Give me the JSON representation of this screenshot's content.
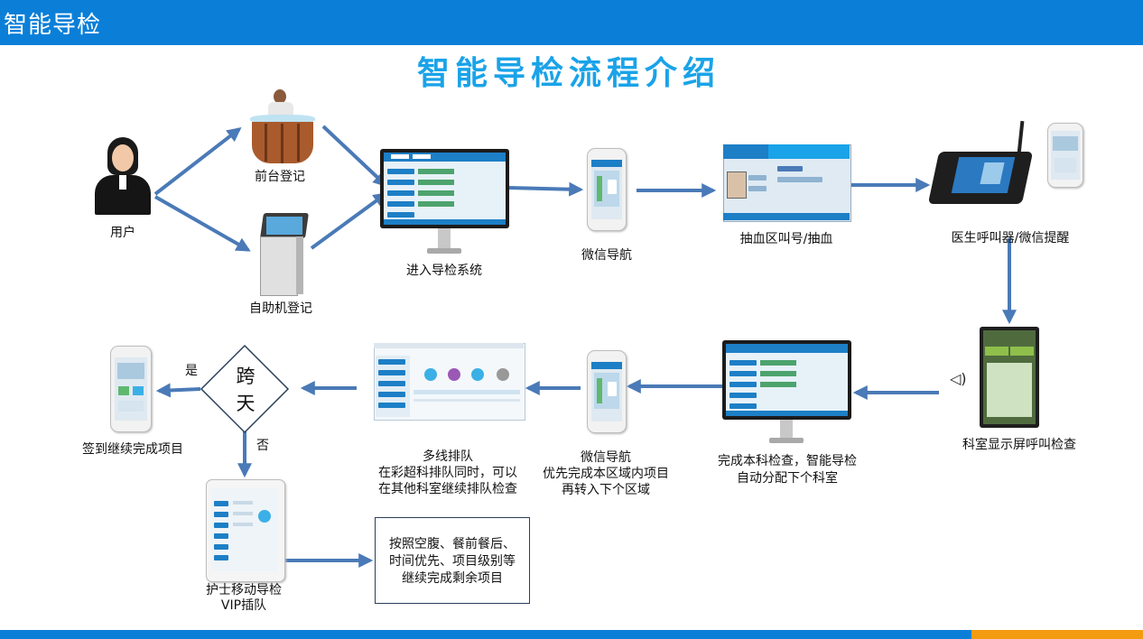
{
  "header": {
    "title": "智能导检"
  },
  "diagram": {
    "title": "智能导检流程介绍",
    "nodes": {
      "user": "用户",
      "front_desk": "前台登记",
      "kiosk": "自助机登记",
      "enter_system": "进入导检系统",
      "wechat_nav": "微信导航",
      "blood_draw": "抽血区叫号/抽血",
      "doctor_caller": "医生呼叫器/微信提醒",
      "dept_screen": "科室显示屏呼叫检查",
      "finish_dept_l1": "完成本科检查，智能导检",
      "finish_dept_l2": "自动分配下个科室",
      "wechat_nav2_l1": "微信导航",
      "wechat_nav2_l2": "优先完成本区域内项目",
      "wechat_nav2_l3": "再转入下个区域",
      "multi_queue_l1": "多线排队",
      "multi_queue_l2": "在彩超科排队同时，可以",
      "multi_queue_l3": "在其他科室继续排队检查",
      "cross_day": "跨天",
      "yes": "是",
      "no": "否",
      "checkin": "签到继续完成项目",
      "nurse_l1": "护士移动导检",
      "nurse_l2": "VIP插队",
      "note_l1": "按照空腹、餐前餐后、",
      "note_l2": "时间优先、项目级别等",
      "note_l3": "继续完成剩余项目"
    }
  },
  "colors": {
    "header_bar": "#0b7fd8",
    "title_text": "#1aa3e8",
    "arrow": "#4a7ab7",
    "accent_bar": "#f39c12"
  }
}
